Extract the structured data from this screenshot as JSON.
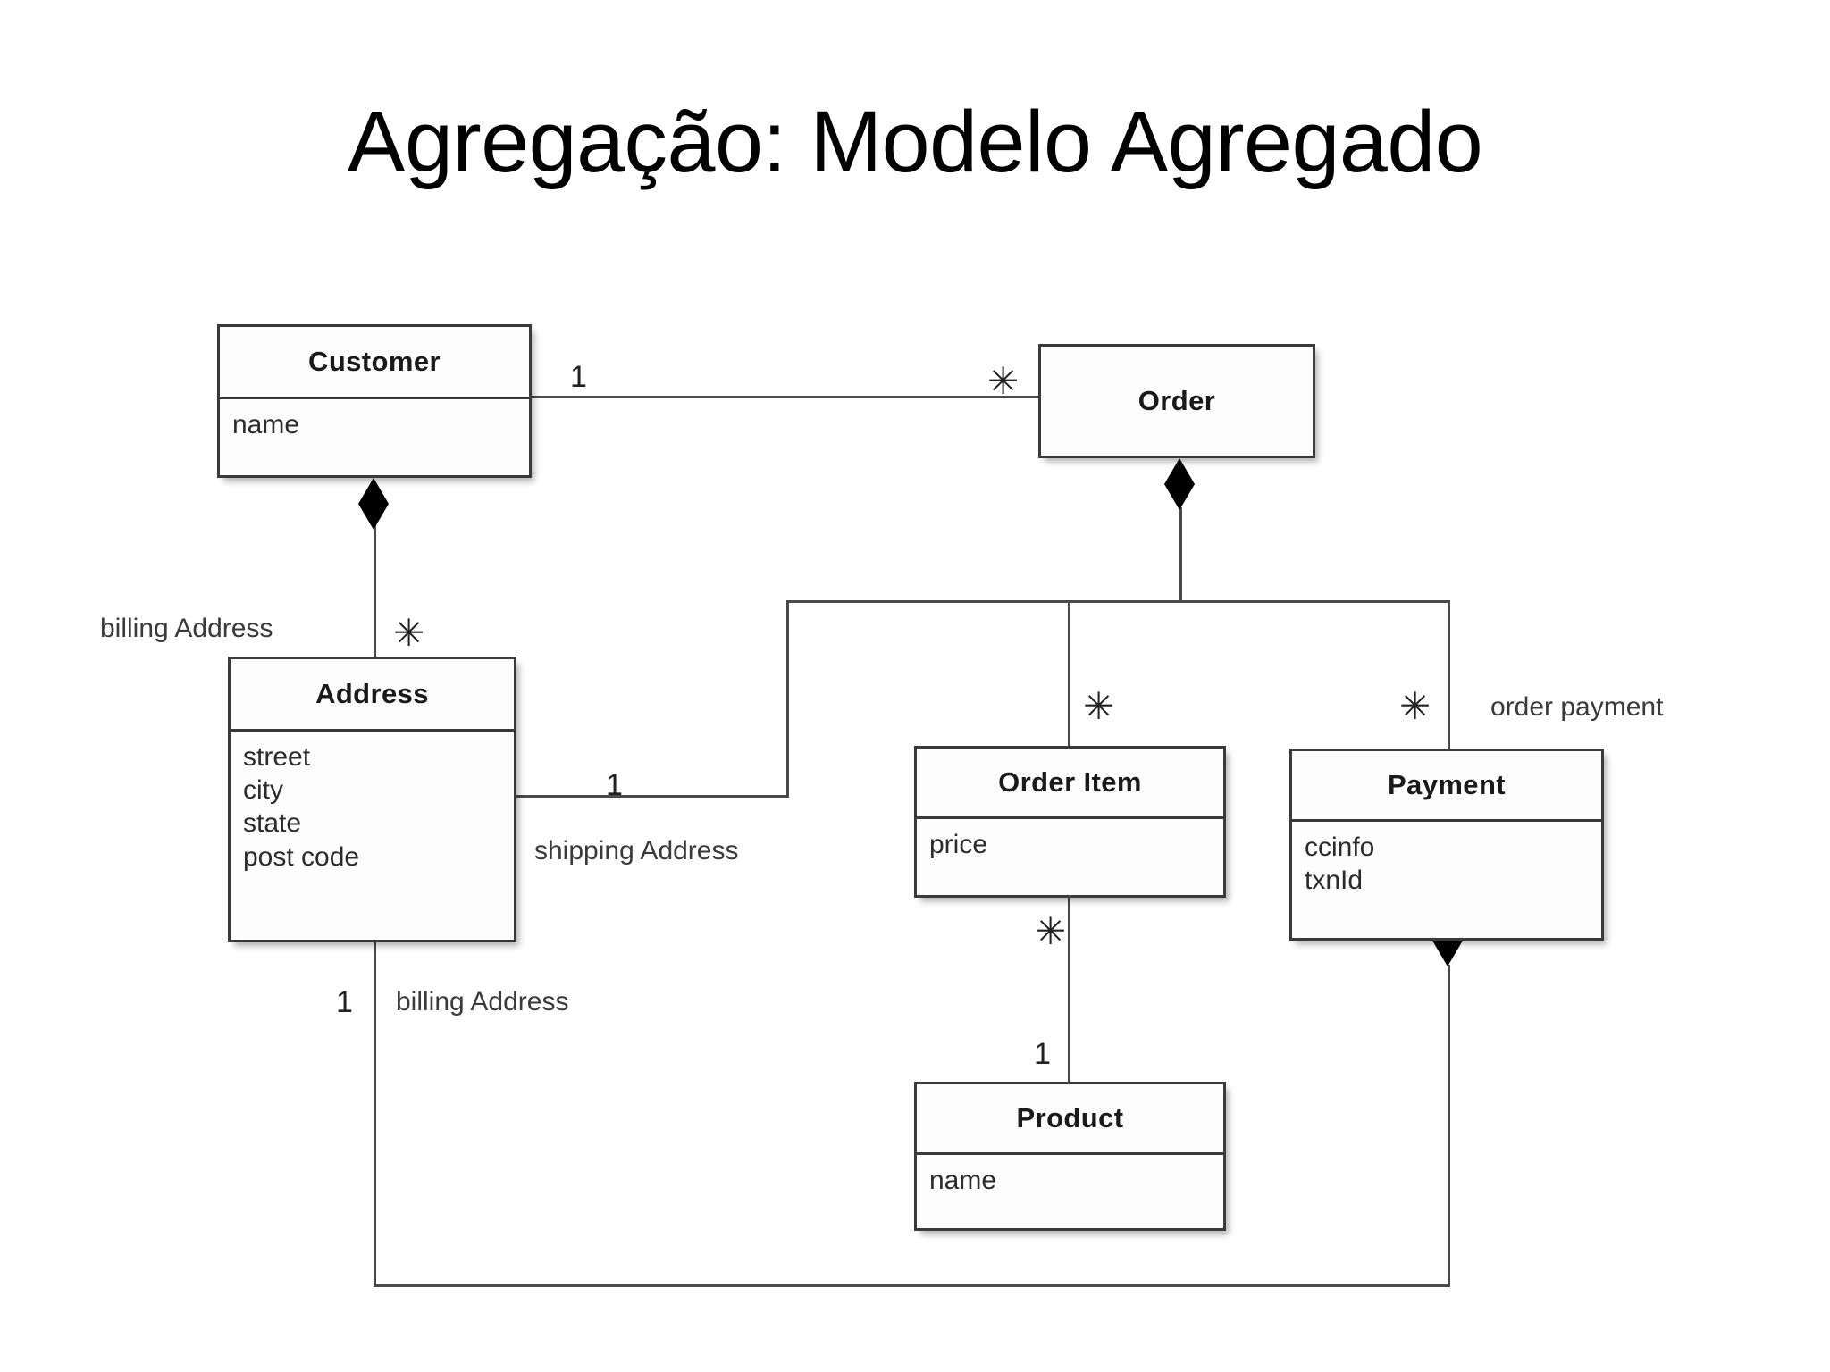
{
  "slide": {
    "title": "Agregação: Modelo Agregado",
    "background_color": "#ffffff"
  },
  "diagram": {
    "type": "uml-class-diagram",
    "line_color": "#4a4a4a",
    "box_border_color": "#3a3a3a",
    "box_fill_color": "#fdfdfd",
    "classes": [
      {
        "id": "customer",
        "name": "Customer",
        "attributes": [
          "name"
        ]
      },
      {
        "id": "order",
        "name": "Order",
        "attributes": []
      },
      {
        "id": "address",
        "name": "Address",
        "attributes": [
          "street",
          "city",
          "state",
          "post code"
        ]
      },
      {
        "id": "orderitem",
        "name": "Order Item",
        "attributes": [
          "price"
        ]
      },
      {
        "id": "payment",
        "name": "Payment",
        "attributes": [
          "ccinfo",
          "txnId"
        ]
      },
      {
        "id": "product",
        "name": "Product",
        "attributes": [
          "name"
        ]
      }
    ],
    "relationships": [
      {
        "from": "customer",
        "to": "order",
        "kind": "association",
        "from_multiplicity": "1",
        "to_multiplicity": "✳",
        "role": ""
      },
      {
        "from": "customer",
        "to": "address",
        "kind": "composition",
        "from_multiplicity": "",
        "to_multiplicity": "✳",
        "role": "billing Address"
      },
      {
        "from": "order",
        "to": "address",
        "kind": "association",
        "from_multiplicity": "",
        "to_multiplicity": "1",
        "role": "shipping Address"
      },
      {
        "from": "order",
        "to": "orderitem",
        "kind": "composition",
        "from_multiplicity": "",
        "to_multiplicity": "✳",
        "role": ""
      },
      {
        "from": "order",
        "to": "payment",
        "kind": "composition",
        "from_multiplicity": "",
        "to_multiplicity": "✳",
        "role": "order payment"
      },
      {
        "from": "orderitem",
        "to": "product",
        "kind": "association",
        "from_multiplicity": "✳",
        "to_multiplicity": "1",
        "role": ""
      },
      {
        "from": "payment",
        "to": "address",
        "kind": "composition",
        "from_multiplicity": "",
        "to_multiplicity": "1",
        "role": "billing Address"
      }
    ],
    "labels": {
      "customer_order_from": "1",
      "customer_order_to": "✳",
      "billing_address_top": "billing Address",
      "billing_address_top_mult": "✳",
      "shipping_address": "shipping Address",
      "shipping_address_mult": "1",
      "billing_address_bottom": "billing Address",
      "billing_address_bottom_mult": "1",
      "order_item_mult": "✳",
      "payment_mult": "✳",
      "order_payment": "order payment",
      "orderitem_product_from": "✳",
      "orderitem_product_to": "1"
    }
  }
}
